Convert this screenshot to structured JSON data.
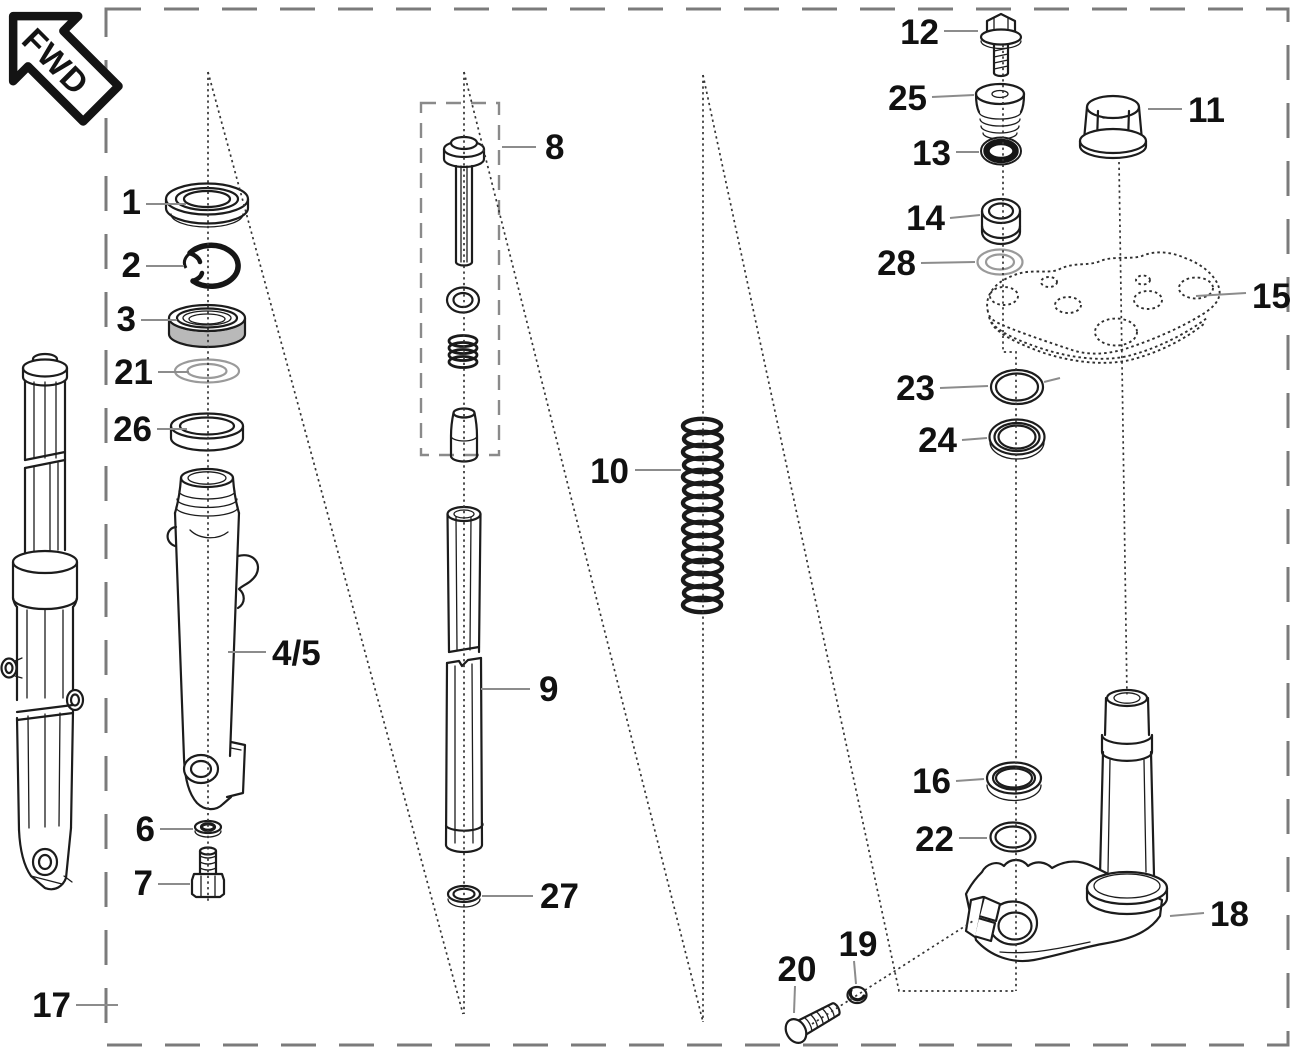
{
  "badge": {
    "label": "FWD"
  },
  "callouts": {
    "c1": "1",
    "c2": "2",
    "c3": "3",
    "c21": "21",
    "c26": "26",
    "c45": "4/5",
    "c6": "6",
    "c7": "7",
    "c8": "8",
    "c9": "9",
    "c27": "27",
    "c10": "10",
    "c12": "12",
    "c25": "25",
    "c13": "13",
    "c14": "14",
    "c28": "28",
    "c15": "15",
    "c11": "11",
    "c23": "23",
    "c24": "24",
    "c16": "16",
    "c22": "22",
    "c18": "18",
    "c19": "19",
    "c20": "20",
    "c17": "17"
  },
  "colors": {
    "background": "#ffffff",
    "line": "#1c1c1c",
    "leader": "#8c8c8c",
    "frame_dash": "#7b7b7b",
    "centerline": "#343434",
    "seal_shade": "#b9b9b9",
    "label_text": "#111111"
  }
}
